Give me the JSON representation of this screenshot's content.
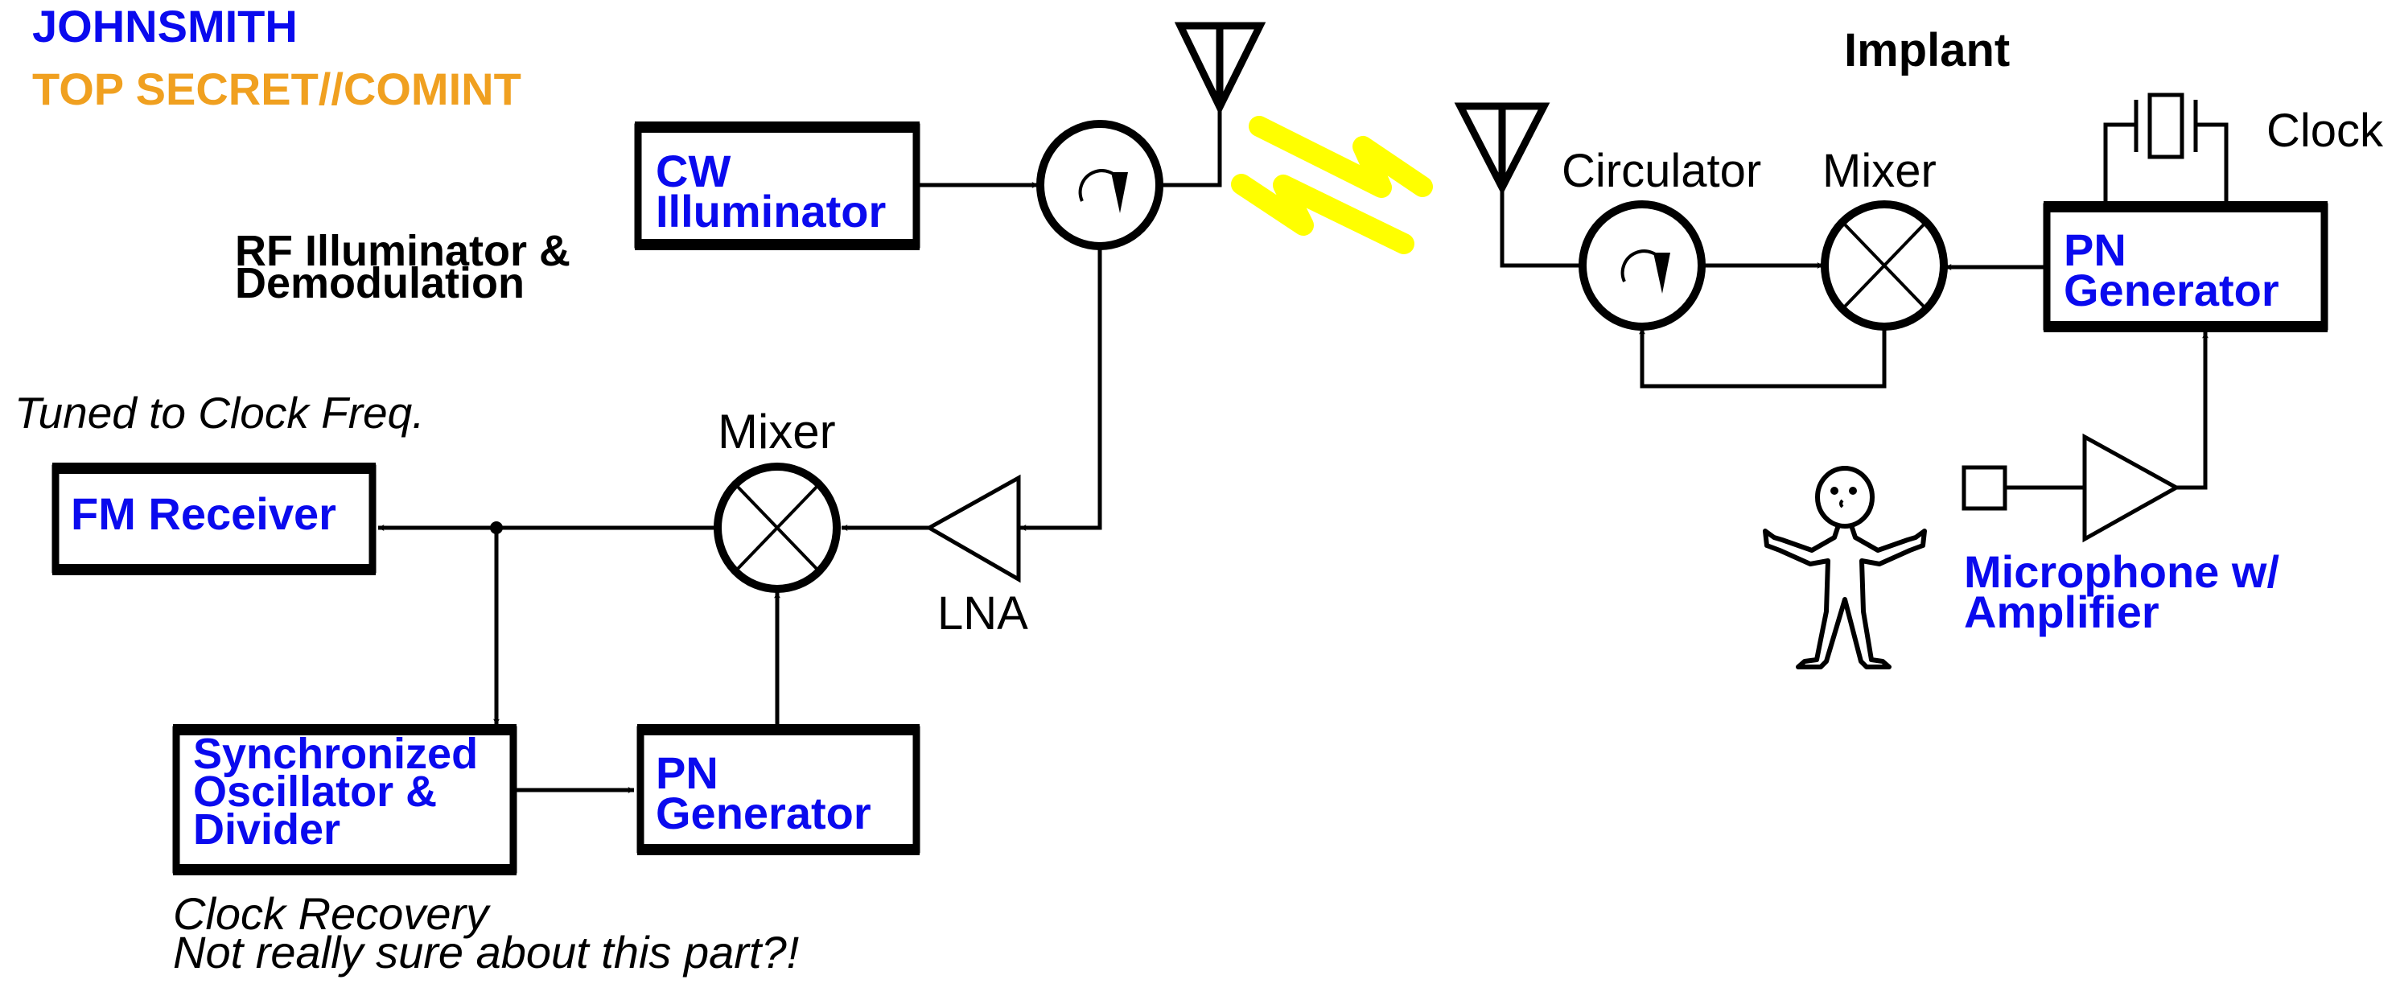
{
  "header": {
    "owner": "JOHNSMITH",
    "classification": "TOP SECRET//COMINT"
  },
  "colors": {
    "label_blue": "#0a0aee",
    "classification_orange": "#f0a020",
    "rf_bolt_yellow": "#ffff00",
    "line_black": "#000000"
  },
  "illuminator_side": {
    "section_title_line1": "RF Illuminator &",
    "section_title_line2": "Demodulation",
    "cw_box_line1": "CW",
    "cw_box_line2": "Illuminator",
    "mixer_label": "Mixer",
    "lna_label": "LNA",
    "fm_receiver_label": "FM Receiver",
    "fm_note": "Tuned to Clock Freq.",
    "sync_box_line1": "Synchronized",
    "sync_box_line2": "Oscillator &",
    "sync_box_line3": "Divider",
    "pn_box_line1": "PN",
    "pn_box_line2": "Generator",
    "clock_note_line1": "Clock Recovery",
    "clock_note_line2": "Not really sure about this part?!"
  },
  "implant_side": {
    "title": "Implant",
    "circulator_label": "Circulator",
    "mixer_label": "Mixer",
    "clock_label": "Clock",
    "pn_box_line1": "PN",
    "pn_box_line2": "Generator",
    "mic_label_line1": "Microphone w/",
    "mic_label_line2": "Amplifier"
  },
  "icons": {
    "antenna": "antenna-icon",
    "circulator": "circulator-icon",
    "mixer": "mixer-icon",
    "amplifier": "amplifier-triangle-icon",
    "crystal": "crystal-oscillator-icon",
    "rf_link": "lightning-bolt-icon",
    "person": "stick-figure-icon",
    "microphone": "microphone-square-icon"
  }
}
